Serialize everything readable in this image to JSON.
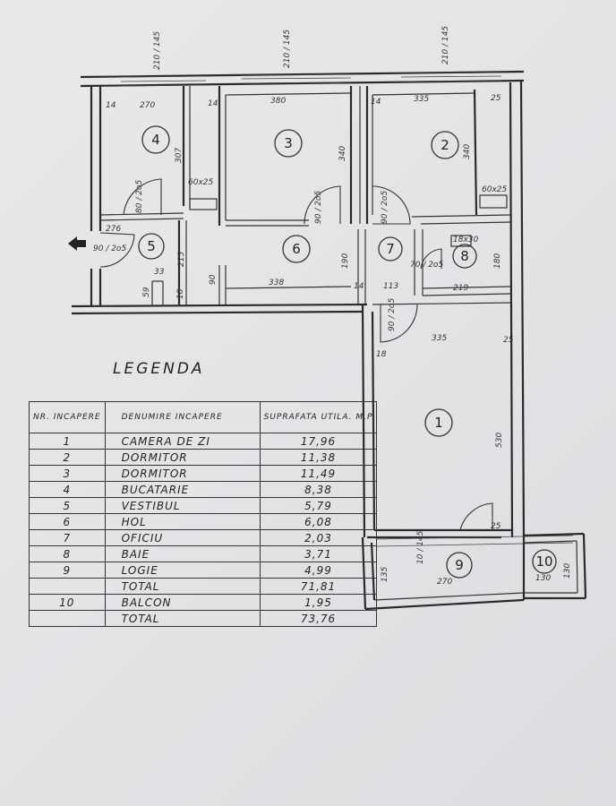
{
  "legend": {
    "title": "LEGENDA",
    "col_nr": "NR. INCAPERE",
    "col_name": "DENUMIRE INCAPERE",
    "col_area": "SUPRAFATA UTILA. M.P",
    "rows": [
      {
        "nr": "1",
        "name": "CAMERA DE ZI",
        "area": "17,96"
      },
      {
        "nr": "2",
        "name": "DORMITOR",
        "area": "11,38"
      },
      {
        "nr": "3",
        "name": "DORMITOR",
        "area": "11,49"
      },
      {
        "nr": "4",
        "name": "BUCATARIE",
        "area": "8,38"
      },
      {
        "nr": "5",
        "name": "VESTIBUL",
        "area": "5,79"
      },
      {
        "nr": "6",
        "name": "HOL",
        "area": "6,08"
      },
      {
        "nr": "7",
        "name": "OFICIU",
        "area": "2,03"
      },
      {
        "nr": "8",
        "name": "BAIE",
        "area": "3,71"
      },
      {
        "nr": "9",
        "name": "LOGIE",
        "area": "4,99"
      }
    ],
    "subtotal": {
      "label": "TOTAL",
      "area": "71,81"
    },
    "balcony": {
      "nr": "10",
      "name": "BALCON",
      "area": "1,95"
    },
    "total": {
      "label": "TOTAL",
      "area": "73,76"
    }
  },
  "plan": {
    "room_numbers": [
      "1",
      "2",
      "3",
      "4",
      "5",
      "6",
      "7",
      "8",
      "9",
      "10"
    ],
    "dimensions": {
      "r1_width": "270",
      "r3_width": "380",
      "r2_width": "335",
      "r3_height": "340",
      "r2_height": "340",
      "kitchen_width": "335",
      "kitchen_height": "530",
      "hol_width": "338",
      "bath_width": "219",
      "oficiu_width": "113",
      "logie_width": "270",
      "balcon_width": "130",
      "r1_height": "307",
      "v_height": "215",
      "win_top_1": "210 / 145",
      "win_top_2": "210 / 145",
      "win_top_3": "210 / 145",
      "shaft_1": "60x25",
      "shaft_2": "60x25",
      "door_entry": "90 / 2o5",
      "door_80": "80 / 2o5",
      "door_r3": "90 / 2o5",
      "door_r2": "90 / 2o5",
      "door_of": "70 / 2o5",
      "door_k": "90 / 2o5",
      "door_l": "10 / 145",
      "vent": "18x30",
      "small_14a": "14",
      "small_14b": "14",
      "small_14c": "14",
      "small_14d": "14",
      "small_25a": "25",
      "small_25b": "25",
      "small_25c": "25",
      "d_276": "276",
      "d_33": "33",
      "d_59": "59",
      "d_18a": "18",
      "d_18b": "18",
      "d_90": "90",
      "d_190": "190",
      "d_180": "180",
      "d_135": "135",
      "d_130": "130"
    }
  }
}
